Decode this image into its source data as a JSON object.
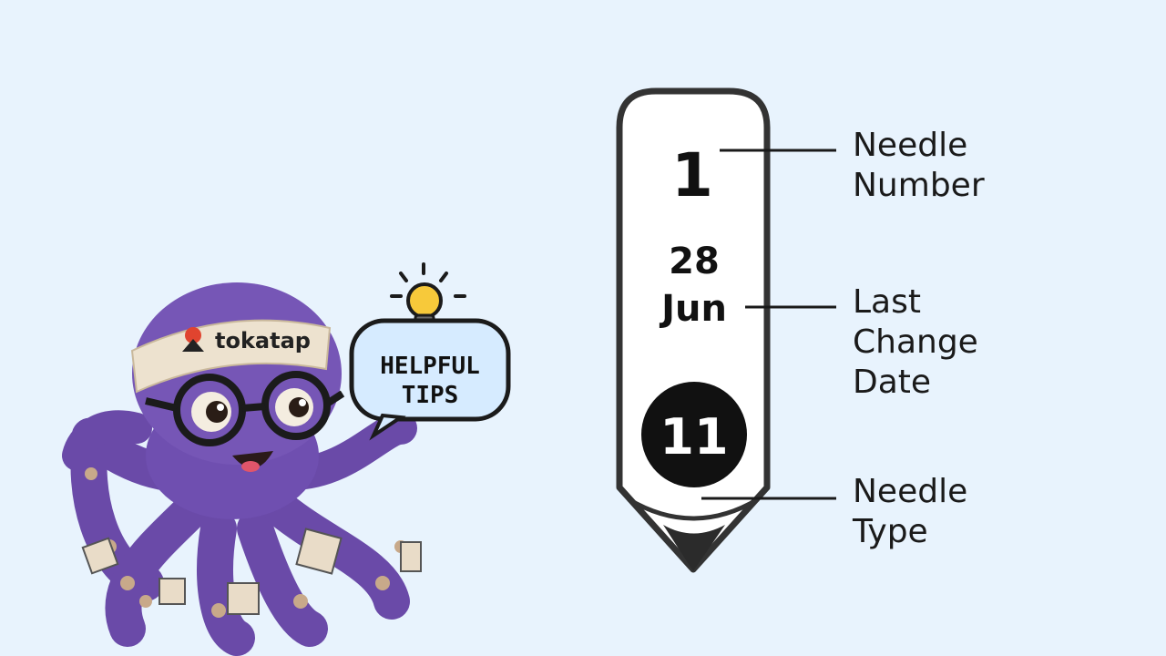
{
  "mascot": {
    "headband_text": "tokatap",
    "bubble_line1": "HELPFUL",
    "bubble_line2": "TIPS"
  },
  "tag": {
    "needle_number": "1",
    "date_day": "28",
    "date_month": "Jun",
    "needle_type": "11"
  },
  "labels": {
    "needle_number": [
      "Needle",
      "Number"
    ],
    "last_change_date": [
      "Last",
      "Change",
      "Date"
    ],
    "needle_type": [
      "Needle",
      "Type"
    ]
  },
  "colors": {
    "background": "#e8f3fd",
    "octopus": "#6f4fb0",
    "tag_outline": "#333333",
    "text": "#1a1a1a"
  }
}
